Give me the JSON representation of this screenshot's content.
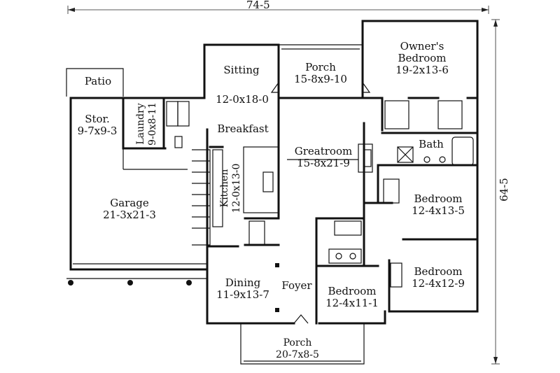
{
  "dimensions": {
    "width": "74-5",
    "depth": "64-5"
  },
  "rooms": {
    "patio": {
      "name": "Patio"
    },
    "storage": {
      "name": "Stor.",
      "size": "9-7x9-3"
    },
    "laundry": {
      "name": "Laundry",
      "size": "9-0x8-11"
    },
    "garage": {
      "name": "Garage",
      "size": "21-3x21-3"
    },
    "sitting": {
      "name": "Sitting",
      "size": "12-0x18-0"
    },
    "breakfast": {
      "name": "Breakfast"
    },
    "rear_porch": {
      "name": "Porch",
      "size": "15-8x9-10"
    },
    "owners": {
      "name": "Owner's",
      "name2": "Bedroom",
      "size": "19-2x13-6"
    },
    "bath": {
      "name": "Bath"
    },
    "greatroom": {
      "name": "Greatroom",
      "size": "15-8x21-9"
    },
    "kitchen": {
      "name": "Kitchen",
      "size": "12-0x13-0"
    },
    "bedroom2": {
      "name": "Bedroom",
      "size": "12-4x13-5"
    },
    "bedroom3": {
      "name": "Bedroom",
      "size": "12-4x12-9"
    },
    "bedroom4": {
      "name": "Bedroom",
      "size": "12-4x11-1"
    },
    "dining": {
      "name": "Dining",
      "size": "11-9x13-7"
    },
    "foyer": {
      "name": "Foyer"
    },
    "front_porch": {
      "name": "Porch",
      "size": "20-7x8-5"
    }
  }
}
